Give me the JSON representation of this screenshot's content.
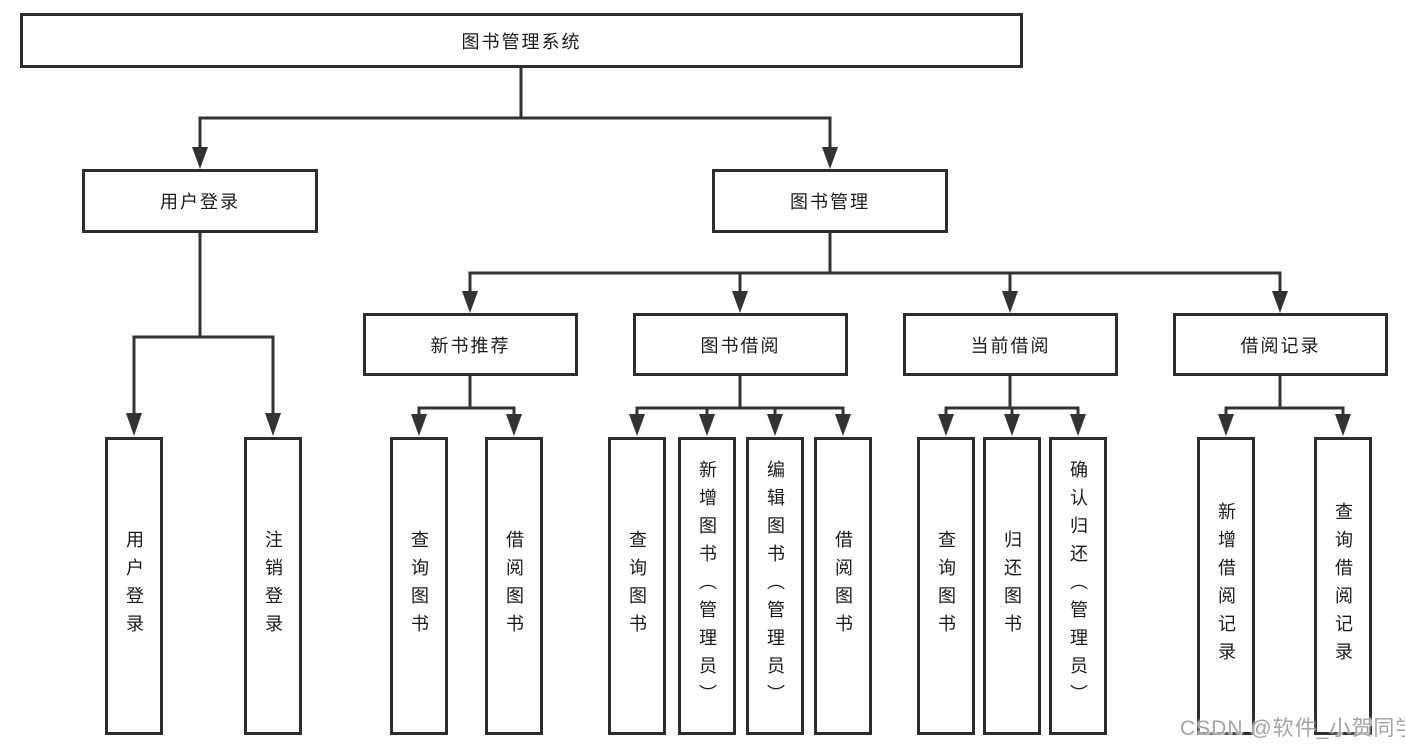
{
  "diagram": {
    "root": {
      "label": "图书管理系统"
    },
    "branches": [
      {
        "label": "用户登录",
        "children": [
          {
            "label": "用户登录"
          },
          {
            "label": "注销登录"
          }
        ]
      },
      {
        "label": "图书管理",
        "children": [
          {
            "label": "新书推荐",
            "children": [
              {
                "label": "查询图书"
              },
              {
                "label": "借阅图书"
              }
            ]
          },
          {
            "label": "图书借阅",
            "children": [
              {
                "label": "查询图书"
              },
              {
                "label": "新增图书（管理员）"
              },
              {
                "label": "编辑图书（管理员）"
              },
              {
                "label": "借阅图书"
              }
            ]
          },
          {
            "label": "当前借阅",
            "children": [
              {
                "label": "查询图书"
              },
              {
                "label": "归还图书"
              },
              {
                "label": "确认归还（管理员）"
              }
            ]
          },
          {
            "label": "借阅记录",
            "children": [
              {
                "label": "新增借阅记录"
              },
              {
                "label": "查询借阅记录"
              }
            ]
          }
        ]
      }
    ]
  },
  "watermark": {
    "text": "CSDN @软件_小贺同学"
  },
  "colors": {
    "line": "#333333",
    "box_border": "#2d2d2d",
    "text": "#1a1a1a",
    "watermark": "#a3a3a3",
    "background": "#ffffff"
  }
}
